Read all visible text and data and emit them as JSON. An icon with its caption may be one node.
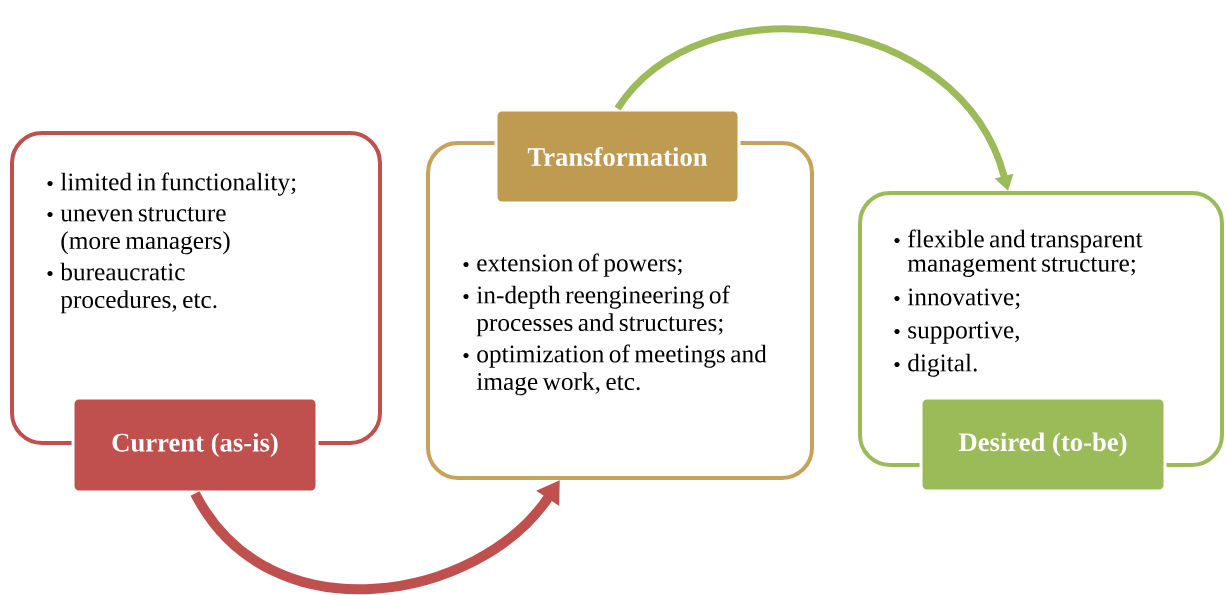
{
  "diagram": {
    "nodes": [
      {
        "text": [
          "limited in functionality;",
          "uneven structure (more managers)",
          "bureaucratic procedures, etc."
        ]
      },
      {
        "text": [
          "Current (as-is)"
        ]
      },
      {
        "text": [
          "extension of powers;",
          "in-depth reengineering of processes and structures;",
          "optimization of meetings and image work, etc."
        ]
      },
      {
        "text": [
          "Transformation"
        ]
      },
      {
        "text": [
          "flexible and transparent management structure;",
          "innovative;",
          "supportive,",
          "digital."
        ]
      },
      {
        "text": [
          "Desired (to-be)"
        ]
      }
    ],
    "edges": [
      {
        "from": 1,
        "to": 2,
        "arrow": "to",
        "color": "#c0504d"
      },
      {
        "from": 3,
        "to": 4,
        "arrow": "to",
        "color": "#9bbb59"
      }
    ]
  }
}
